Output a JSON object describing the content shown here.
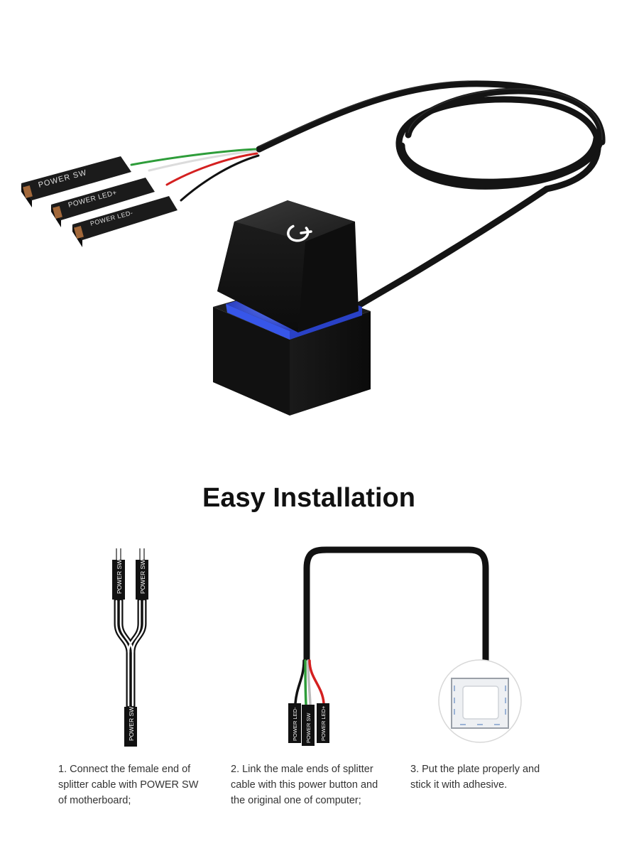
{
  "product": {
    "connector_labels": [
      "POWER SW",
      "POWER LED+",
      "POWER LED-"
    ],
    "led_color": "#3a5cff",
    "body_color": "#151515",
    "wire_colors": [
      "#2e9d3a",
      "#e8e8e8",
      "#d42020",
      "#111111"
    ]
  },
  "heading": "Easy Installation",
  "steps": {
    "step1": {
      "labels": [
        "POWER SW",
        "POWER SW",
        "POWER SW"
      ],
      "caption": [
        "1.  Connect the female end of",
        "splitter cable with POWER SW",
        "of motherboard;"
      ]
    },
    "step2": {
      "labels": [
        "POWER LED-",
        "POWER SW",
        "POWER LED+"
      ],
      "caption": [
        "2.  Link the male ends of splitter",
        "cable with this power button and",
        "the original one of computer;"
      ]
    },
    "step3": {
      "caption": [
        "3.  Put the plate properly and",
        "stick it with adhesive."
      ]
    }
  }
}
